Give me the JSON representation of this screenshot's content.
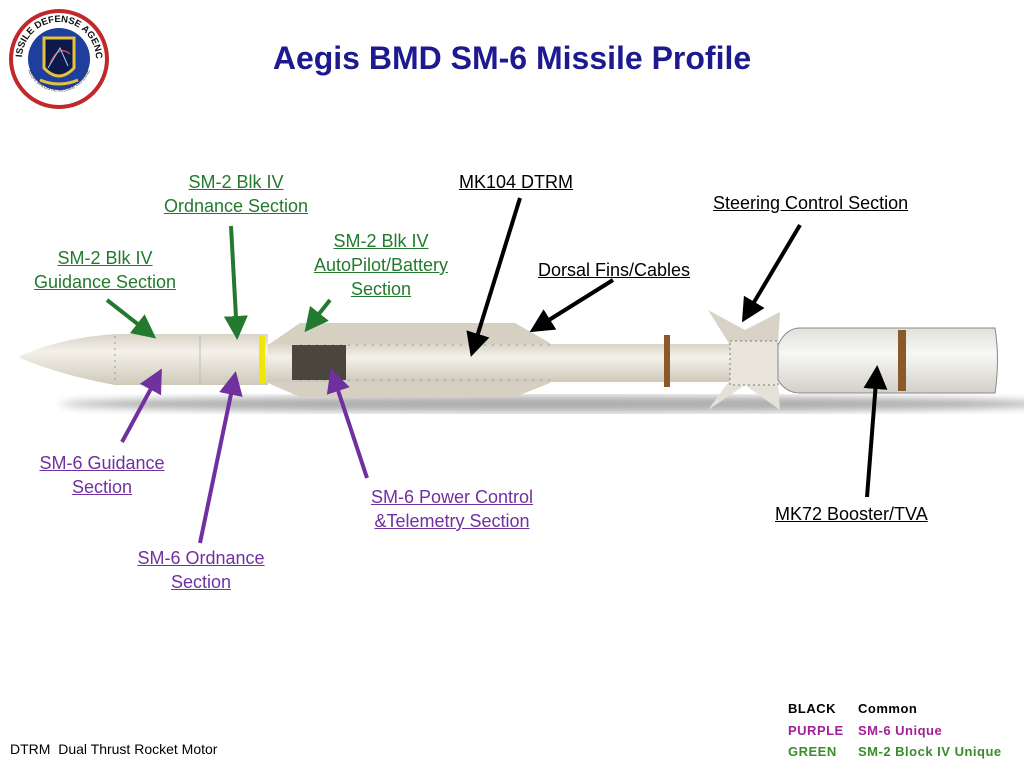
{
  "title": "Aegis BMD SM-6 Missile Profile",
  "logo": {
    "text_top": "MISSILE DEFENSE AGENCY",
    "text_bottom": "AEGIS BALLISTIC MISSILE DEFENSE"
  },
  "labels": {
    "sm2_guidance": [
      "SM-2 Blk IV",
      "Guidance Section"
    ],
    "sm2_ordnance": [
      "SM-2 Blk IV",
      "Ordnance Section"
    ],
    "sm2_autopilot": [
      "SM-2 Blk IV",
      "AutoPilot/Battery",
      "Section"
    ],
    "mk104": "MK104 DTRM",
    "dorsal": "Dorsal Fins/Cables",
    "steering": "Steering Control Section",
    "sm6_guidance": [
      "SM-6 Guidance",
      "Section"
    ],
    "sm6_ordnance": [
      "SM-6 Ordnance",
      "Section"
    ],
    "sm6_power": [
      "SM-6 Power Control",
      "&Telemetry Section"
    ],
    "mk72": "MK72 Booster/TVA"
  },
  "legend": [
    {
      "color_name": "BLACK",
      "meaning": "Common"
    },
    {
      "color_name": "PURPLE",
      "meaning": "SM-6 Unique"
    },
    {
      "color_name": "GREEN",
      "meaning": "SM-2 Block IV Unique"
    }
  ],
  "footnote": "DTRM  Dual Thrust Rocket Motor",
  "colors": {
    "title": "#1c1a8e",
    "green": "#237a2e",
    "purple": "#7030a0",
    "black": "#000000"
  }
}
